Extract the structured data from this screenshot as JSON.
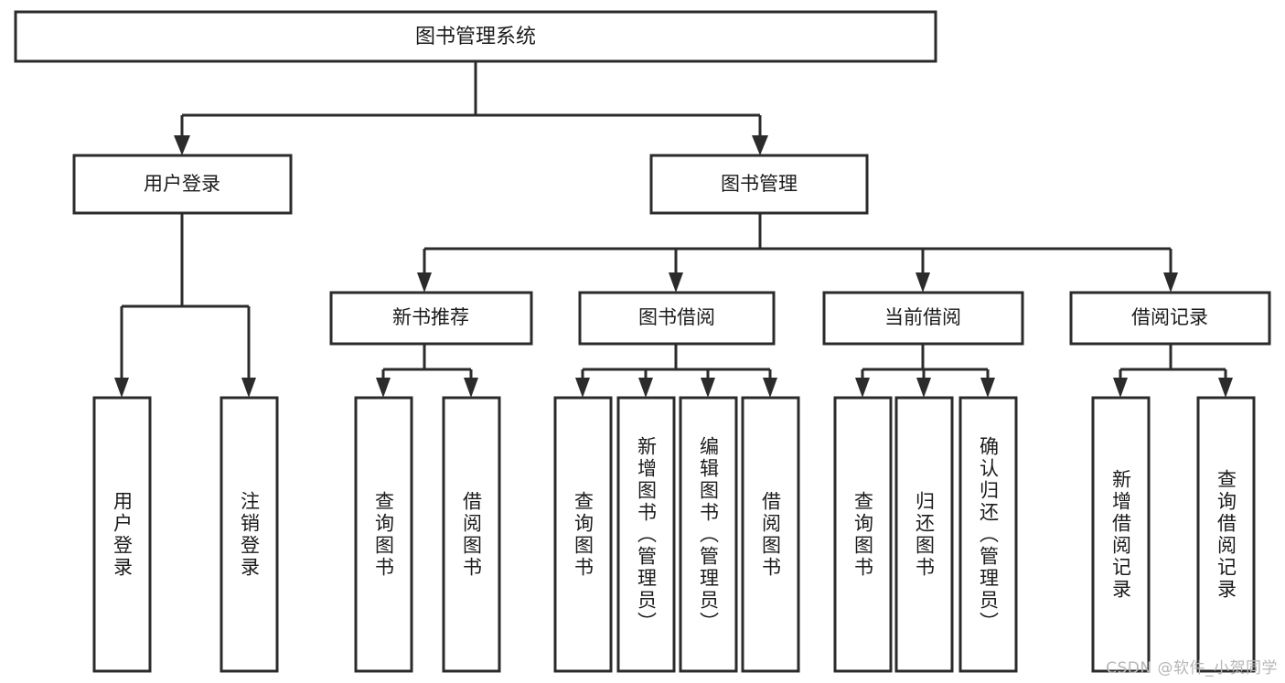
{
  "diagram": {
    "type": "tree",
    "title": "图书管理系统",
    "root": {
      "id": "root",
      "label": "图书管理系统"
    },
    "level2": [
      {
        "id": "user-login",
        "label": "用户登录"
      },
      {
        "id": "book-manage",
        "label": "图书管理"
      }
    ],
    "level3": [
      {
        "id": "new-book-recommend",
        "label": "新书推荐",
        "parent": "book-manage"
      },
      {
        "id": "book-borrow",
        "label": "图书借阅",
        "parent": "book-manage"
      },
      {
        "id": "current-borrow",
        "label": "当前借阅",
        "parent": "book-manage"
      },
      {
        "id": "borrow-record",
        "label": "借阅记录",
        "parent": "book-manage"
      }
    ],
    "leaves": {
      "user_login": [
        {
          "id": "leaf-user-login",
          "label": "用户登录"
        },
        {
          "id": "leaf-logout",
          "label": "注销登录"
        }
      ],
      "new_book_recommend": [
        {
          "id": "leaf-query-book-1",
          "label": "查询图书"
        },
        {
          "id": "leaf-borrow-book-1",
          "label": "借阅图书"
        }
      ],
      "book_borrow": [
        {
          "id": "leaf-query-book-2",
          "label": "查询图书"
        },
        {
          "id": "leaf-add-book",
          "label": "新增图书（管理员）"
        },
        {
          "id": "leaf-edit-book",
          "label": "编辑图书（管理员）"
        },
        {
          "id": "leaf-borrow-book-2",
          "label": "借阅图书"
        }
      ],
      "current_borrow": [
        {
          "id": "leaf-query-book-3",
          "label": "查询图书"
        },
        {
          "id": "leaf-return-book",
          "label": "归还图书"
        },
        {
          "id": "leaf-confirm-return",
          "label": "确认归还（管理员）"
        }
      ],
      "borrow_record": [
        {
          "id": "leaf-add-record",
          "label": "新增借阅记录"
        },
        {
          "id": "leaf-query-record",
          "label": "查询借阅记录"
        }
      ]
    }
  },
  "watermark": {
    "text": "CSDN @软件_小贺同学"
  },
  "colors": {
    "stroke": "#2b2b2b",
    "fill": "#ffffff",
    "text": "#1b1b1b",
    "watermark": "#b6b6b6",
    "background": "#ffffff"
  }
}
